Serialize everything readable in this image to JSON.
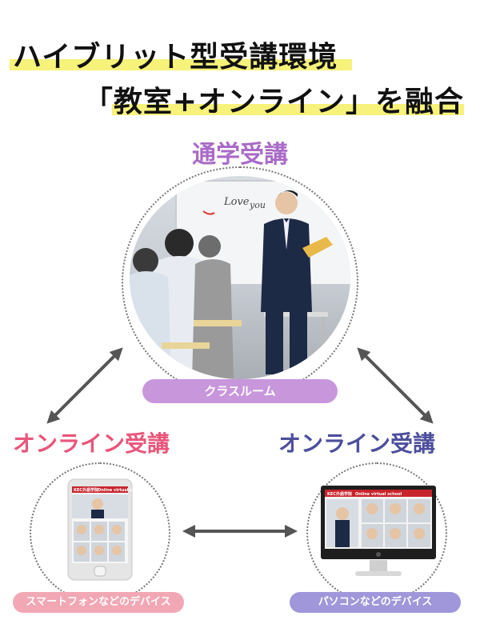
{
  "heading": {
    "line1": "ハイブリット型受講環境",
    "line2": "「教室+オンライン」を融合"
  },
  "nodes": {
    "classroom": {
      "title": "通学受講",
      "tag": "クラスルーム"
    },
    "smartphone": {
      "title": "オンライン受講",
      "tag": "スマートフォンなどのデバイス"
    },
    "pc": {
      "title": "オンライン受講",
      "tag": "パソコンなどのデバイス"
    }
  },
  "whiteboard_text": {
    "word1": "Love",
    "word2": "you"
  },
  "screen_brand": {
    "logo": "KEC外語学院",
    "subtitle": "Online virtual school"
  },
  "colors": {
    "classroom": "#a96bc7",
    "smartphone": "#e8567a",
    "pc": "#4c4f9c",
    "highlight": "#f7f27a",
    "arrow": "#555555"
  }
}
